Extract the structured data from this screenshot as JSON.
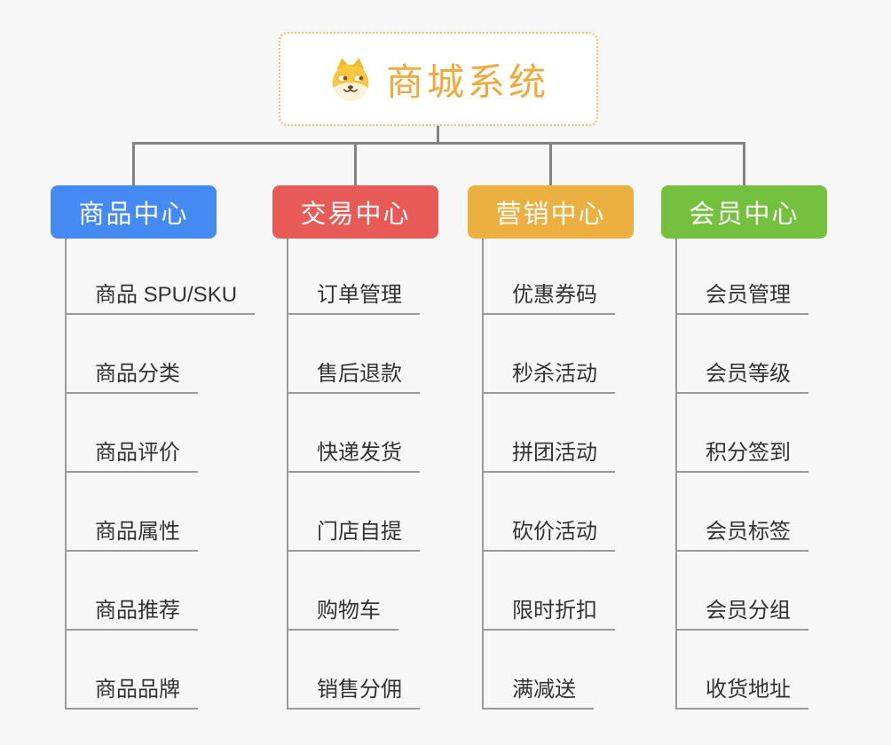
{
  "title": {
    "text": "商城系统",
    "icon": "dog-face-icon",
    "accent_color": "#F0A93C",
    "border_color": "#F2C26F"
  },
  "branches": [
    {
      "label": "商品中心",
      "color": "#4589F2",
      "items": [
        "商品 SPU/SKU",
        "商品分类",
        "商品评价",
        "商品属性",
        "商品推荐",
        "商品品牌"
      ]
    },
    {
      "label": "交易中心",
      "color": "#E85A56",
      "items": [
        "订单管理",
        "售后退款",
        "快递发货",
        "门店自提",
        "购物车",
        "销售分佣"
      ]
    },
    {
      "label": "营销中心",
      "color": "#ECB041",
      "items": [
        "优惠券码",
        "秒杀活动",
        "拼团活动",
        "砍价活动",
        "限时折扣",
        "满减送"
      ]
    },
    {
      "label": "会员中心",
      "color": "#74C13F",
      "items": [
        "会员管理",
        "会员等级",
        "积分签到",
        "会员标签",
        "会员分组",
        "收货地址"
      ]
    }
  ],
  "connector_color": "#828282",
  "leaf_line_color": "#9A9A9A",
  "background_color": "#F7F7F7"
}
